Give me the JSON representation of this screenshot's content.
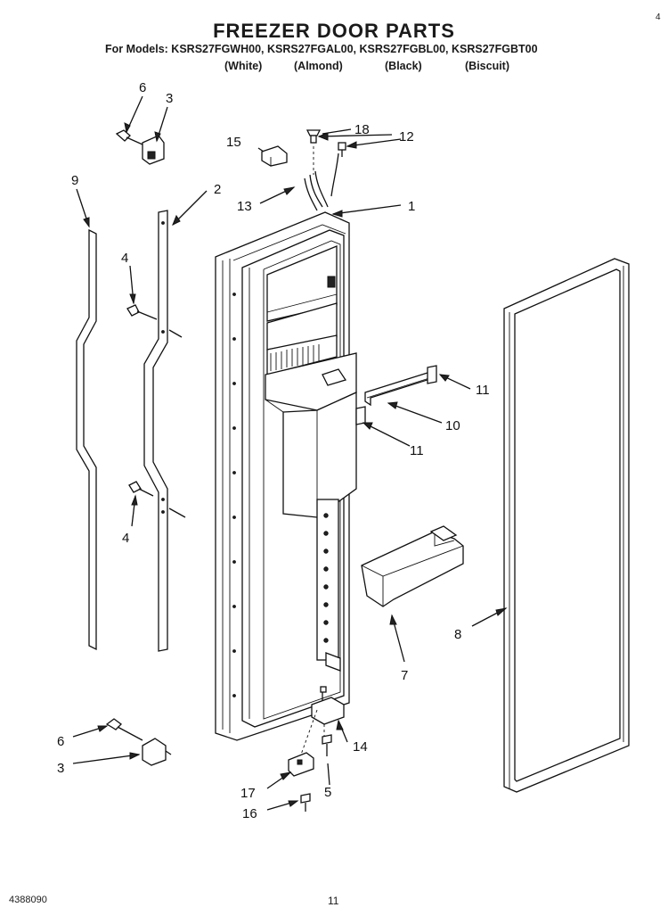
{
  "header": {
    "title": "FREEZER DOOR PARTS",
    "models_line": "For Models: KSRS27FGWH00, KSRS27FGAL00, KSRS27FGBL00, KSRS27FGBT00",
    "colors": [
      "(White)",
      "(Almond)",
      "(Black)",
      "(Biscuit)"
    ],
    "corner_mark": "4"
  },
  "callouts": {
    "c1": "1",
    "c2": "2",
    "c3a": "3",
    "c3b": "3",
    "c4a": "4",
    "c4b": "4",
    "c5": "5",
    "c6a": "6",
    "c6b": "6",
    "c7": "7",
    "c8": "8",
    "c9": "9",
    "c10": "10",
    "c11a": "11",
    "c11b": "11",
    "c12": "12",
    "c13": "13",
    "c14": "14",
    "c15": "15",
    "c16": "16",
    "c17": "17",
    "c18": "18"
  },
  "footer": {
    "doc_number": "4388090",
    "page_number": "11"
  }
}
